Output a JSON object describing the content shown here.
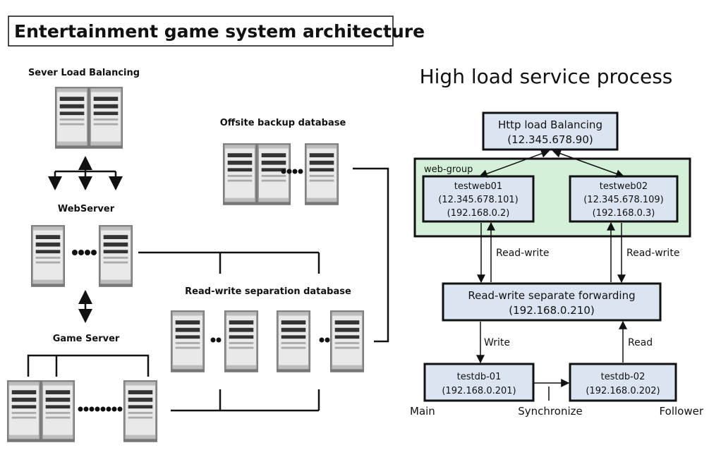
{
  "title": "Entertainment game system architecture",
  "left": {
    "labels": {
      "lb": "Sever Load Balancing",
      "web": "WebServer",
      "game": "Game Server",
      "offsite": "Offsite backup database",
      "rw": "Read-write separation database"
    }
  },
  "right": {
    "heading": "High load service process",
    "http_lb": {
      "name": "Http load Balancing",
      "ip": "(12.345.678.90)"
    },
    "group_label": "web-group",
    "web1": {
      "name": "testweb01",
      "ip_public": "(12.345.678.101)",
      "ip_private": "(192.168.0.2)"
    },
    "web2": {
      "name": "testweb02",
      "ip_public": "(12.345.678.109)",
      "ip_private": "(192.168.0.3)"
    },
    "forwarding": {
      "name": "Read-write separate forwarding",
      "ip": "(192.168.0.210)"
    },
    "db1": {
      "name": "testdb-01",
      "ip": "(192.168.0.201)"
    },
    "db2": {
      "name": "testdb-02",
      "ip": "(192.168.0.202)"
    },
    "edges": {
      "rw_left": "Read-write",
      "rw_right": "Read-write",
      "write": "Write",
      "read": "Read"
    },
    "roles": {
      "main": "Main",
      "sync": "Synchronize",
      "follower": "Follower"
    }
  },
  "colors": {
    "box_fill": "#dbe5f1",
    "group_fill": "#d5f0d9",
    "line": "#111111"
  }
}
